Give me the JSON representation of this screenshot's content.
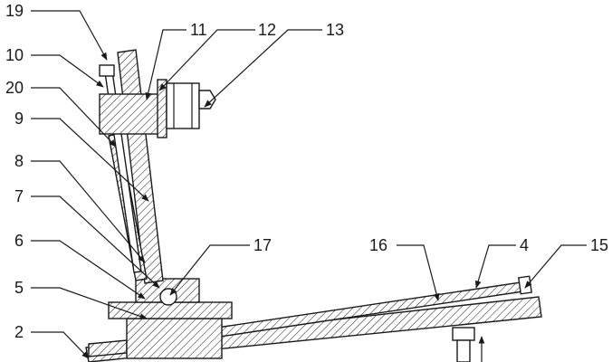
{
  "figure": {
    "callouts": [
      {
        "id": "c19",
        "text": "19"
      },
      {
        "id": "c10",
        "text": "10"
      },
      {
        "id": "c20",
        "text": "20"
      },
      {
        "id": "c9",
        "text": "9"
      },
      {
        "id": "c8",
        "text": "8"
      },
      {
        "id": "c7",
        "text": "7"
      },
      {
        "id": "c6",
        "text": "6"
      },
      {
        "id": "c5",
        "text": "5"
      },
      {
        "id": "c2",
        "text": "2"
      },
      {
        "id": "c11",
        "text": "11"
      },
      {
        "id": "c12",
        "text": "12"
      },
      {
        "id": "c13",
        "text": "13"
      },
      {
        "id": "c17",
        "text": "17"
      },
      {
        "id": "c16",
        "text": "16"
      },
      {
        "id": "c4",
        "text": "4"
      },
      {
        "id": "c15",
        "text": "15"
      }
    ]
  }
}
